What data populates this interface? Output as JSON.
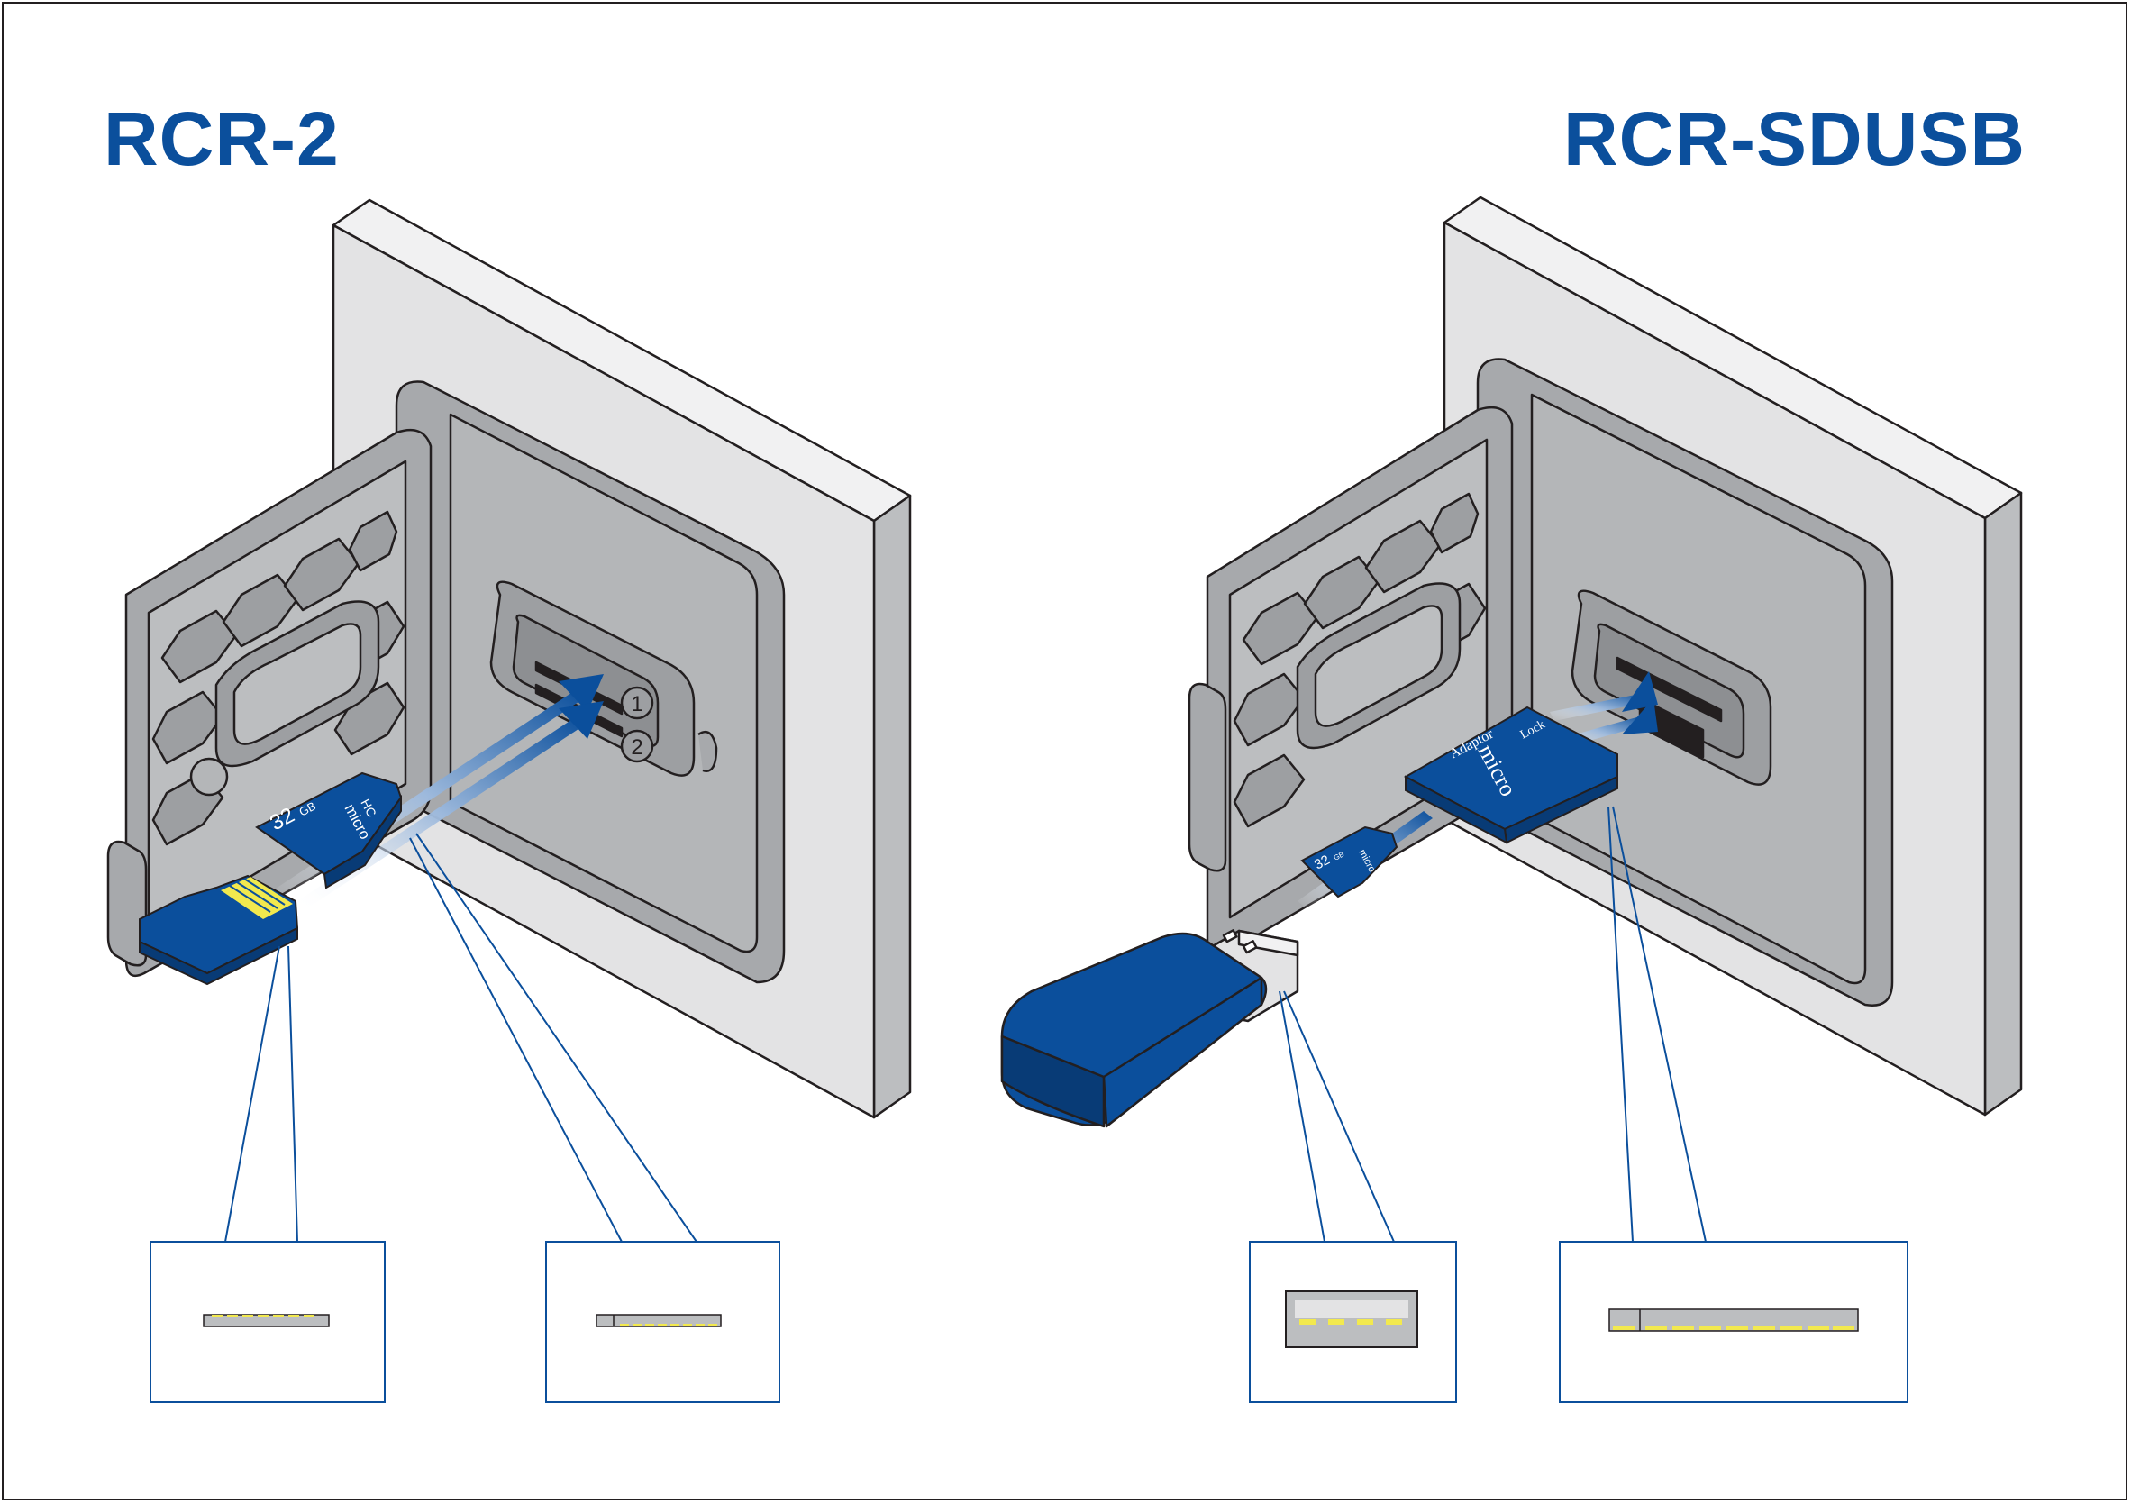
{
  "titles": {
    "left": "RCR-2",
    "right": "RCR-SDUSB"
  },
  "left_panel": {
    "card": {
      "capacity": "32",
      "unit": "GB",
      "brand": "micro",
      "type": "HC"
    },
    "slot_numbers": [
      "1",
      "2"
    ]
  },
  "right_panel": {
    "adapter": {
      "brand": "micro",
      "label": "Adaptor",
      "lock": "Lock"
    },
    "card": {
      "capacity": "32",
      "unit": "GB",
      "brand": "micro"
    }
  },
  "colors": {
    "brand_blue": "#0b4f9c",
    "wall": "#e3e3e4",
    "housing": "#9d9fa2",
    "contact": "#f2e94e"
  }
}
